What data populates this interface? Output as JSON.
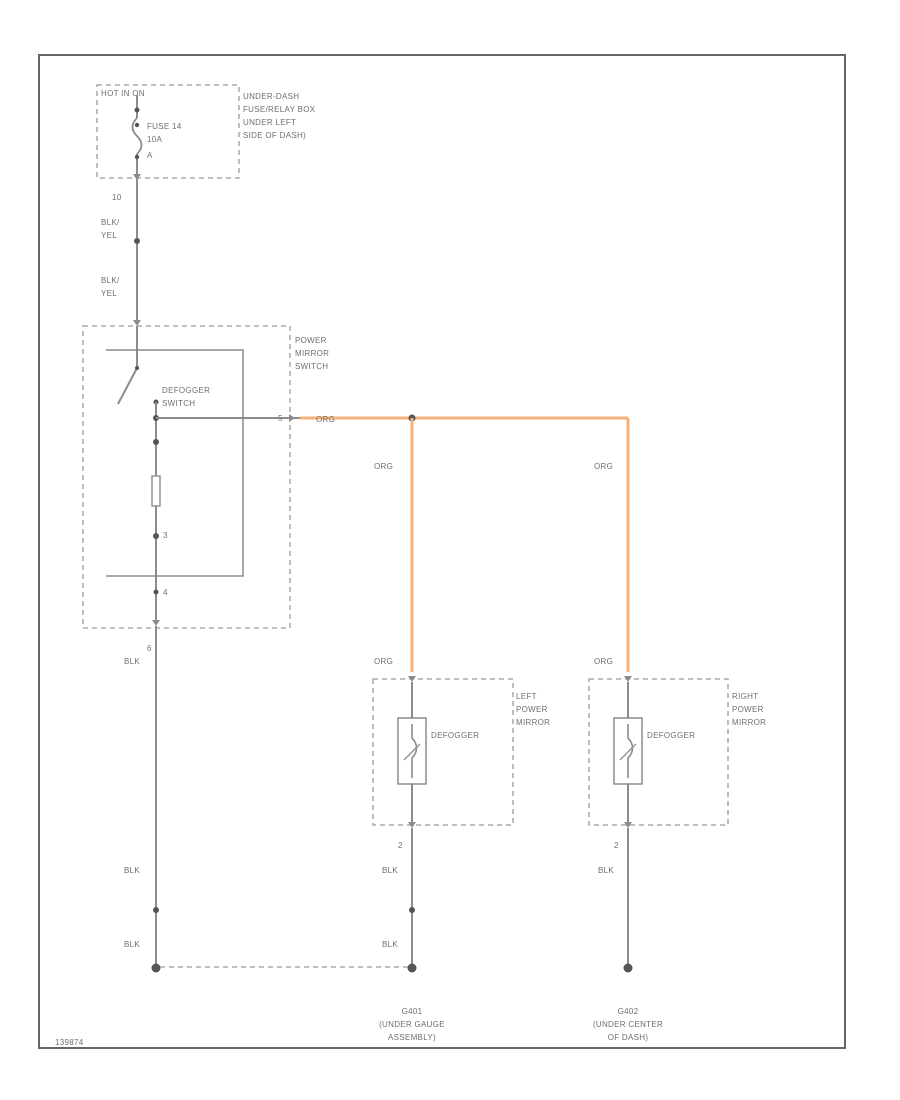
{
  "fuse_box": {
    "header": "HOT IN ON",
    "fuse": "FUSE 14",
    "rating": "10A",
    "terminal": "A",
    "location": [
      "UNDER-DASH",
      "FUSE/RELAY BOX",
      "UNDER LEFT",
      "SIDE OF DASH)"
    ]
  },
  "wires": {
    "pin_top": "10",
    "blk_yel_1": [
      "BLK/",
      "YEL"
    ],
    "blk_yel_2": [
      "BLK/",
      "YEL"
    ],
    "org_main": "ORG",
    "org_left": "ORG",
    "org_right": "ORG",
    "org_left_lower": "ORG",
    "org_right_lower": "ORG",
    "blk_switch": "BLK",
    "blk_left_1": "BLK",
    "blk_left_2": "BLK",
    "blk_right": "BLK",
    "blk_main_1": "BLK",
    "blk_main_2": "BLK"
  },
  "switch": {
    "name": [
      "POWER",
      "MIRROR",
      "SWITCH"
    ],
    "defogger": [
      "DEFOGGER",
      "SWITCH"
    ],
    "pin_out": "5",
    "pin_mid": "3",
    "pin_bottom": "4",
    "pin_ground": "6"
  },
  "left_mirror": {
    "label": [
      "LEFT",
      "POWER",
      "MIRROR"
    ],
    "element": "DEFOGGER",
    "pin_bottom": "2"
  },
  "right_mirror": {
    "label": [
      "RIGHT",
      "POWER",
      "MIRROR"
    ],
    "element": "DEFOGGER",
    "pin_bottom": "2"
  },
  "grounds": {
    "g401": [
      "G401",
      "(UNDER GAUGE",
      "ASSEMBLY)"
    ],
    "g402": [
      "G402",
      "(UNDER CENTER",
      "OF DASH)"
    ]
  },
  "diagram_id": "139874",
  "colors": {
    "org_wire": "#f5b27a",
    "wire": "#8c8c8c",
    "frame": "#666666"
  }
}
